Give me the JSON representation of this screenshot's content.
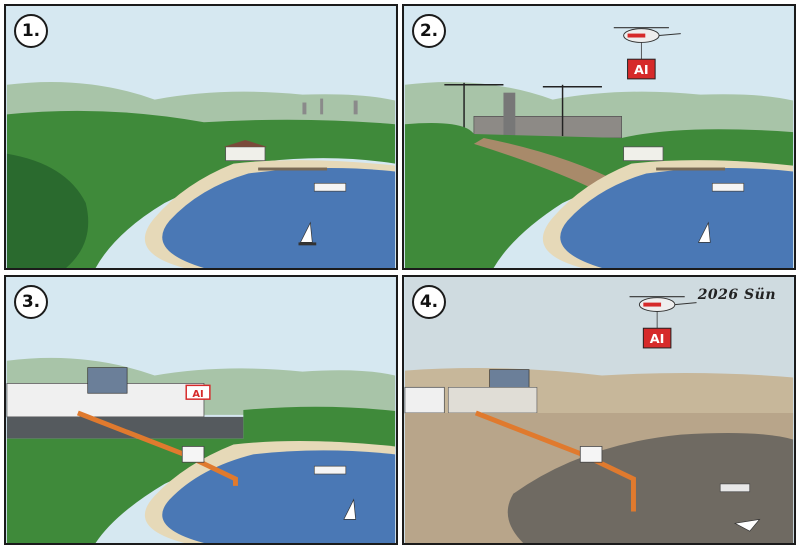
{
  "panels": [
    {
      "number": "1.",
      "ai_sign": null
    },
    {
      "number": "2.",
      "ai_sign": "AI",
      "helicopter_sign": "AI"
    },
    {
      "number": "3.",
      "ai_sign": "AI"
    },
    {
      "number": "4.",
      "ai_sign": "AI",
      "helicopter_sign": "AI",
      "signature": "2026 Sün"
    }
  ],
  "colors": {
    "sky": "#d6e8f1",
    "lake": "#4a78b5",
    "forest": "#3f8a3a",
    "forest_dark": "#2a6a2e",
    "sand": "#e6d9b8",
    "barren": "#b8a58a",
    "pipe": "#e07a2e",
    "ai_red": "#d62a2a",
    "border": "#1b1b1b"
  }
}
